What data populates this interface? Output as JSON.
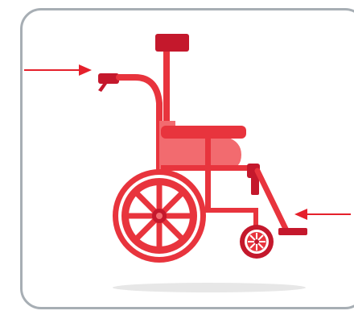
{
  "illustration": {
    "subject": "wheelchair",
    "icon": "wheelchair-icon",
    "callouts": [
      {
        "name": "push-handle",
        "icon": "arrow-right-icon"
      },
      {
        "name": "footrest",
        "icon": "arrow-left-icon"
      }
    ]
  },
  "colors": {
    "frame_border": "#a7aeb4",
    "primary_red": "#e8343d",
    "dark_red": "#c4182c",
    "light_red": "#f26b6f",
    "arrow_red": "#e5202b",
    "shadow": "#e7e7e7"
  }
}
